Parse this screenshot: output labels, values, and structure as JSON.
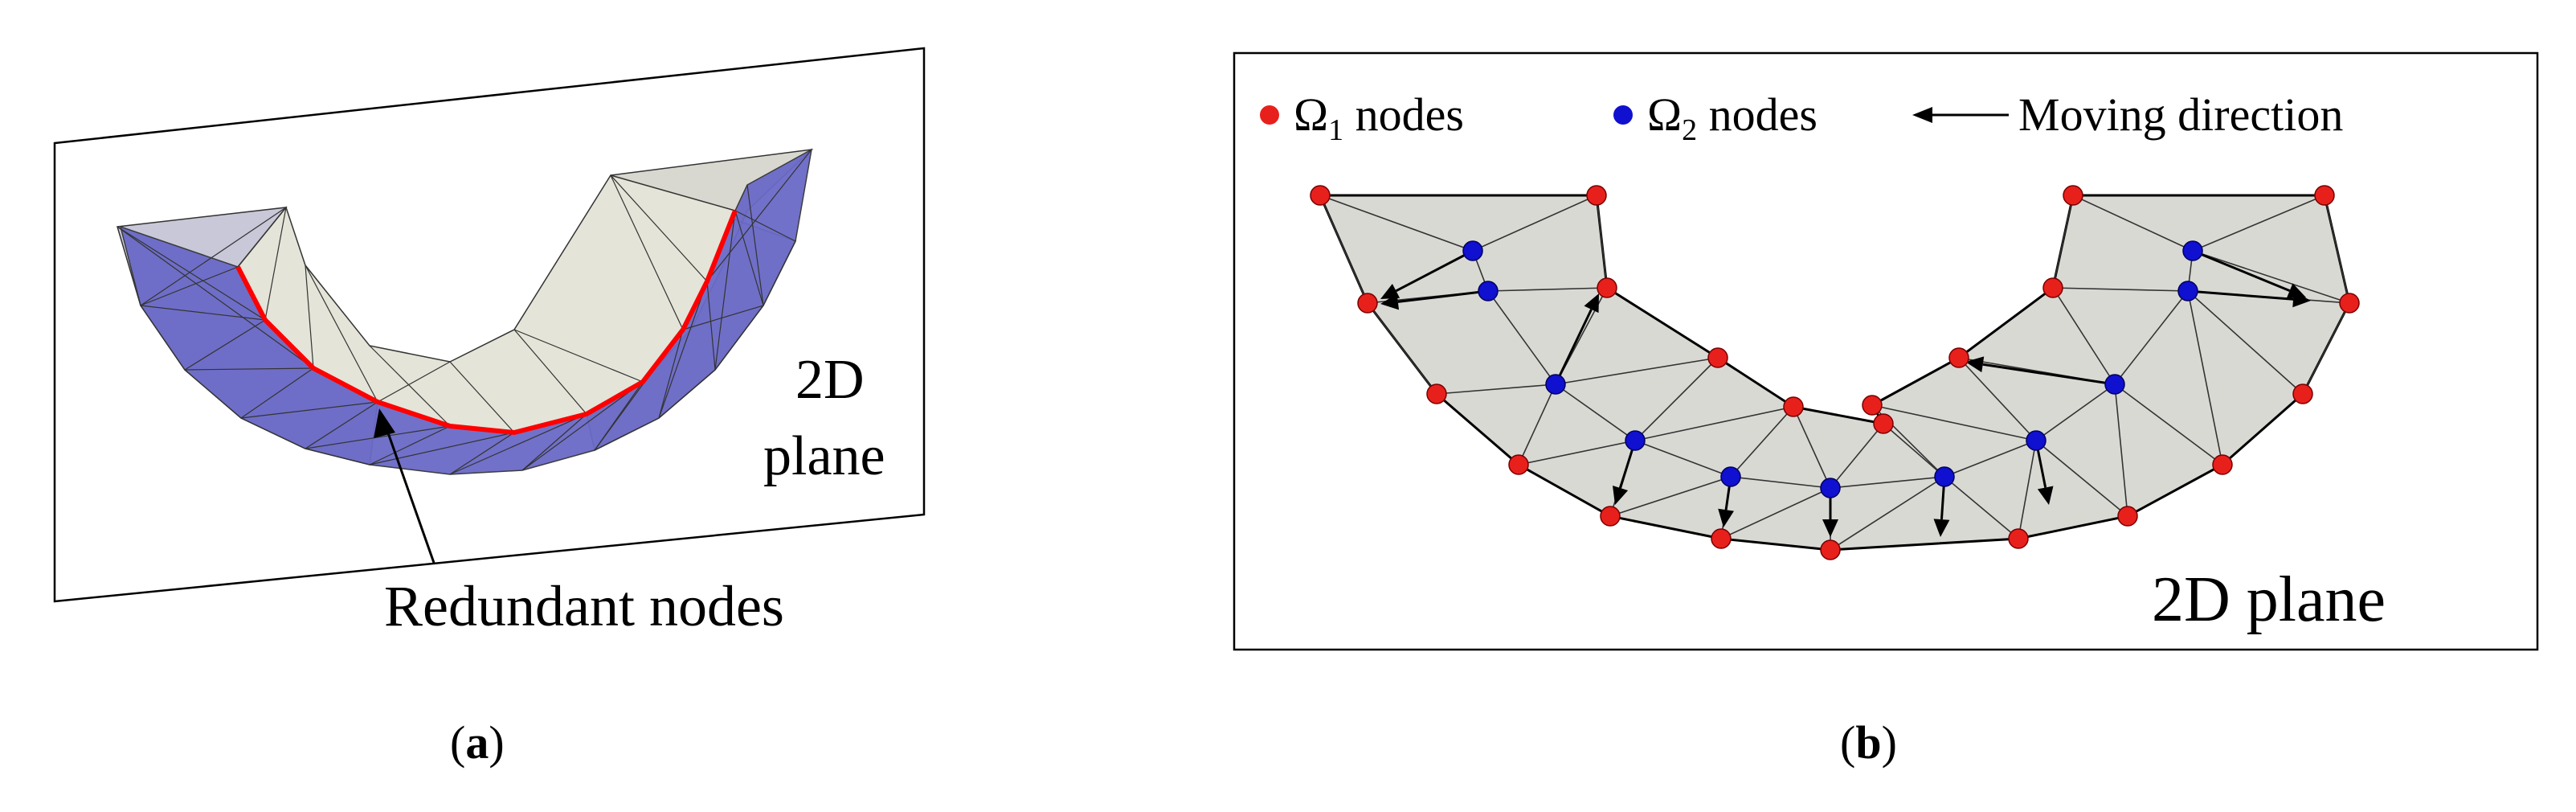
{
  "panel_a": {
    "caption_letter": "a",
    "plane_label_line1": "2D",
    "plane_label_line2": "plane",
    "annotation": "Redundant nodes",
    "colors": {
      "surface_blue": "#6464c8",
      "surface_light": "#e8e8f0",
      "boundary": "#ff0000"
    }
  },
  "panel_b": {
    "caption_letter": "b",
    "legend": {
      "omega1_symbol": "Ω",
      "omega1_sub": "1",
      "omega1_text": " nodes",
      "omega2_symbol": "Ω",
      "omega2_sub": "2",
      "omega2_text": " nodes",
      "arrow_text": "Moving direction"
    },
    "plane_label": "2D plane",
    "colors": {
      "omega1": "#e8201c",
      "omega2": "#1010d0",
      "mesh_fill": "#d9d9d4"
    }
  }
}
